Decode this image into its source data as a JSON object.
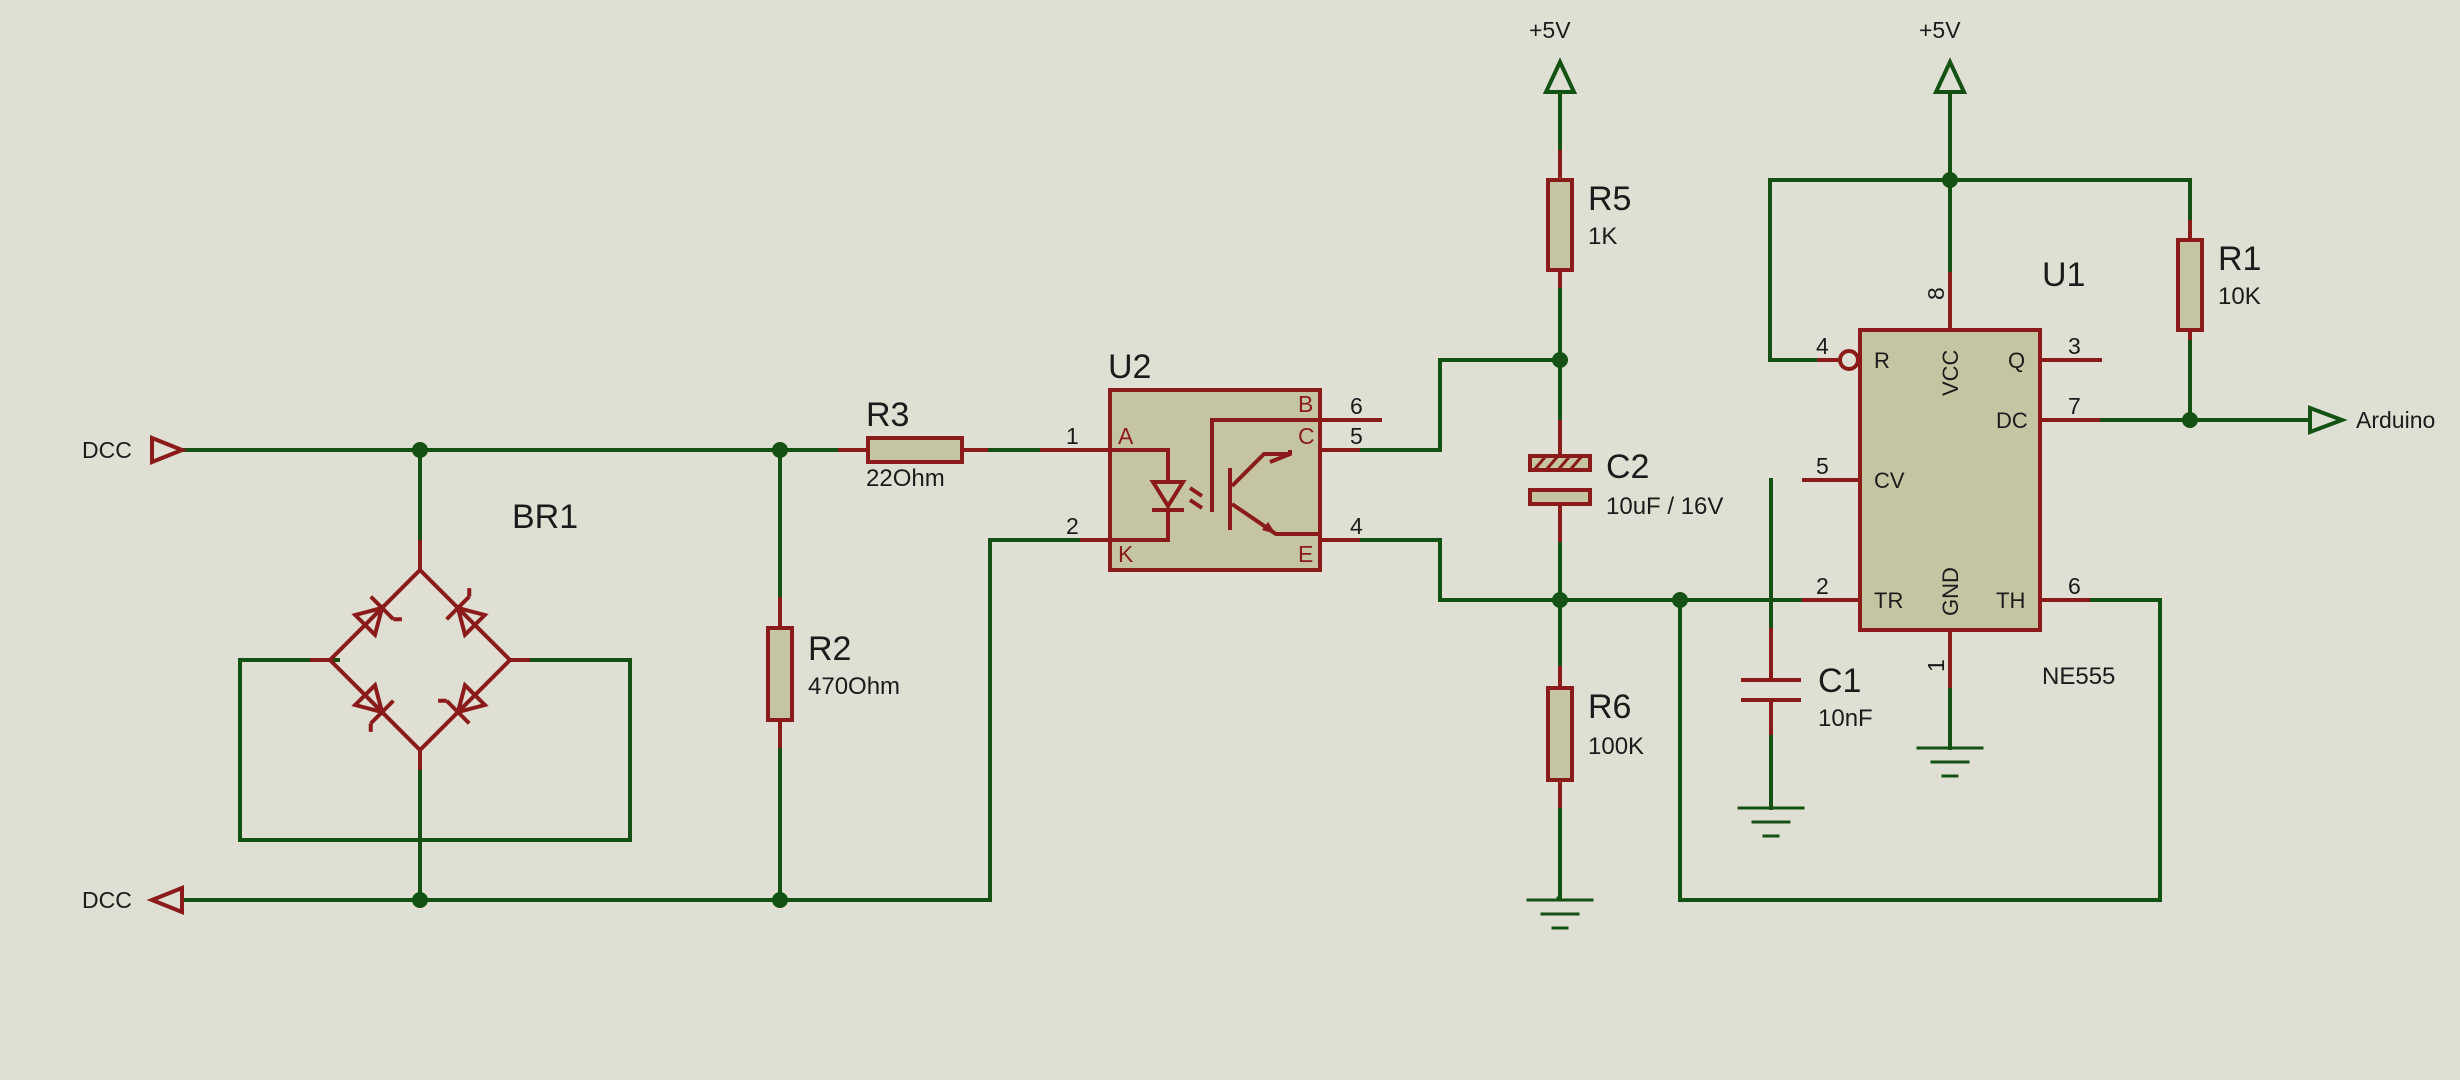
{
  "nets": {
    "dcc_top": "DCC",
    "dcc_bottom": "DCC",
    "vcc_left": "+5V",
    "vcc_right": "+5V",
    "arduino": "Arduino"
  },
  "components": {
    "br1": {
      "ref": "BR1"
    },
    "r2": {
      "ref": "R2",
      "value": "470Ohm"
    },
    "r3": {
      "ref": "R3",
      "value": "22Ohm"
    },
    "u2": {
      "ref": "U2",
      "pins": {
        "A": "A",
        "K": "K",
        "B": "B",
        "C": "C",
        "E": "E"
      },
      "pin_numbers": {
        "p1": "1",
        "p2": "2",
        "p4": "4",
        "p5": "5",
        "p6": "6"
      }
    },
    "r5": {
      "ref": "R5",
      "value": "1K"
    },
    "c2": {
      "ref": "C2",
      "value": "10uF / 16V"
    },
    "r6": {
      "ref": "R6",
      "value": "100K"
    },
    "c1": {
      "ref": "C1",
      "value": "10nF"
    },
    "u1": {
      "ref": "U1",
      "part": "NE555",
      "pins": {
        "R": "R",
        "VCC": "VCC",
        "Q": "Q",
        "DC": "DC",
        "CV": "CV",
        "TR": "TR",
        "GND": "GND",
        "TH": "TH"
      },
      "pin_numbers": {
        "p1": "1",
        "p2": "2",
        "p3": "3",
        "p4": "4",
        "p5": "5",
        "p6": "6",
        "p7": "7",
        "p8": "8"
      }
    },
    "r1": {
      "ref": "R1",
      "value": "10K"
    }
  },
  "colors": {
    "background": "#dfdfd3",
    "wire": "#145214",
    "component": "#8b1a1a",
    "component_body": "#c6c5a3"
  }
}
